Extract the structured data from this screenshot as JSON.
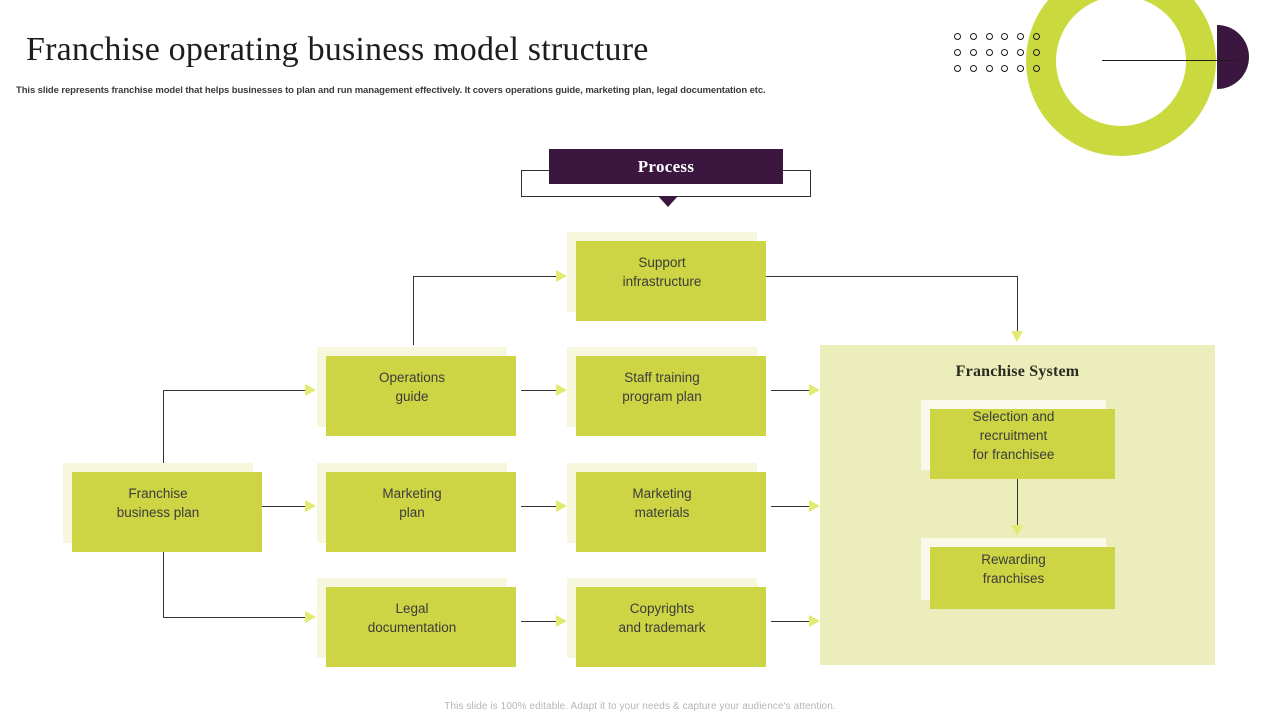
{
  "header": {
    "title": "Franchise operating business model structure",
    "subtitle": "This slide represents franchise model that helps businesses to plan and run management effectively. It covers operations guide, marketing plan, legal documentation etc."
  },
  "banner": {
    "label": "Process"
  },
  "nodes": {
    "support_infrastructure": "Support\ninfrastructure",
    "operations_guide": "Operations\nguide",
    "staff_training": "Staff training\nprogram plan",
    "franchise_business_plan": "Franchise\nbusiness plan",
    "marketing_plan": "Marketing\nplan",
    "marketing_materials": "Marketing\nmaterials",
    "legal_documentation": "Legal\ndocumentation",
    "copyrights_trademark": "Copyrights\nand trademark"
  },
  "panel": {
    "title": "Franchise System",
    "items": [
      "Selection and\nrecruitment\nfor franchisee",
      "Rewarding\nfranchises"
    ]
  },
  "footer": {
    "note": "This slide is 100% editable. Adapt it to your needs & capture your audience's attention."
  },
  "colors": {
    "purple": "#3b1740",
    "lime": "#cada3e",
    "shadow_lime": "#cdd544",
    "node_fill": "#f7f7dd",
    "panel_fill": "#ebeeba",
    "arrow_fill": "#e2ea72",
    "line": "#333333"
  }
}
